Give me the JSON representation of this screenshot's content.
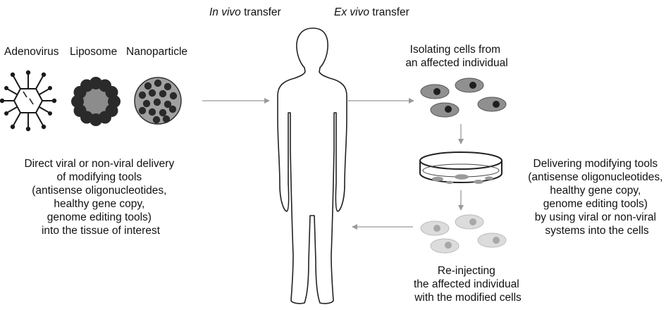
{
  "labels": {
    "in_vivo_italic": "In vivo",
    "in_vivo_rest": " transfer",
    "ex_vivo_italic": "Ex vivo",
    "ex_vivo_rest": " transfer",
    "adenovirus": "Adenovirus",
    "liposome": "Liposome",
    "nanoparticle": "Nanoparticle"
  },
  "left_caption": [
    "Direct viral or non-viral delivery",
    "of modifying tools",
    "(antisense oligonucleotides,",
    "healthy gene copy,",
    "genome editing tools)",
    "into the tissue of interest"
  ],
  "isolating_caption": [
    "Isolating cells from",
    "an affected individual"
  ],
  "delivering_caption": [
    "Delivering modifying tools",
    "(antisense oligonucleotides,",
    "healthy gene copy,",
    "genome editing tools)",
    "by using viral or non-viral",
    "systems into the cells"
  ],
  "reinjecting_caption": [
    "Re-injecting",
    "the affected individual",
    "with the modified cells"
  ],
  "colors": {
    "text": "#111111",
    "arrow": "#9a9a9a",
    "outline": "#222222",
    "cell_body": "#909090",
    "cell_nucleus": "#1e1e1e",
    "modified_cell_body": "#dcdcdc",
    "modified_cell_nucleus": "#a8a8a8"
  }
}
